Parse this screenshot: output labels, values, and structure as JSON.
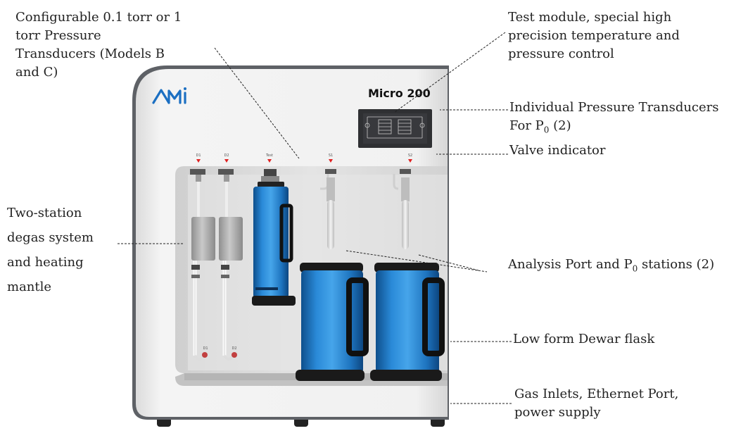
{
  "labels": {
    "config": "Configurable 0.1 torr or 1 torr Pressure Transducers (Models B and C)",
    "test": "Test module, special high precision temperature and pressure control",
    "indiv_main": "Individual Pressure Transducers For P",
    "indiv_sub": "0",
    "indiv_tail": " (2)",
    "valve": "Valve indicator",
    "degas": "Two-station degas system and heating mantle",
    "analysis_main": "Analysis Port and P",
    "analysis_sub": "0",
    "analysis_tail": " stations (2)",
    "dewar": "Low form Dewar flask",
    "gas": "Gas Inlets, Ethernet Port, power supply"
  },
  "device": {
    "logo": "AMI",
    "model": "Micro 200",
    "port_labels": [
      "D1",
      "D2",
      "Test",
      "S1",
      "S2"
    ],
    "bottom_labels": [
      "D1",
      "D2"
    ]
  },
  "colors": {
    "body": "#f2f2f2",
    "frame_dark": "#5e6166",
    "dewar_blue": "#1f7fd0",
    "indicator_red": "#e02222",
    "logo_blue": "#1b6fc2"
  }
}
